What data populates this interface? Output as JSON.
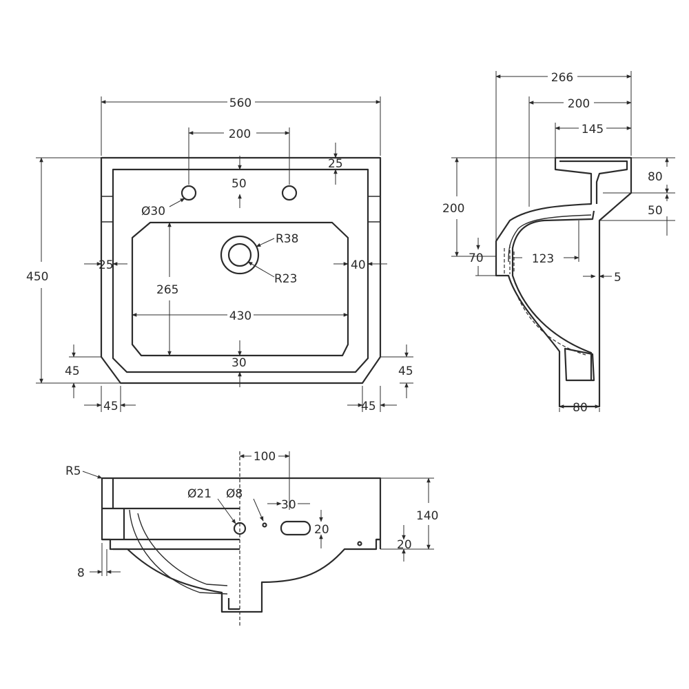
{
  "plan": {
    "width": "560",
    "tap_spacing": "200",
    "top_offset": "25",
    "tap_hole_drop": "50",
    "tap_hole_dia": "Ø30",
    "waste_r38": "R38",
    "waste_r23": "R23",
    "depth": "450",
    "rim_left": "25",
    "rim_right": "40",
    "bowl_depth": "265",
    "bowl_width": "430",
    "front_rim": "30",
    "chamfer_left_v": "45",
    "chamfer_right_v": "45",
    "chamfer_left_h": "45",
    "chamfer_right_h": "45"
  },
  "side": {
    "overall_depth": "266",
    "depth_200": "200",
    "depth_145": "145",
    "height_80": "80",
    "height_200": "200",
    "height_50": "50",
    "height_70": "70",
    "offset_123": "123",
    "offset_5": "5",
    "foot_80": "80"
  },
  "front": {
    "corner_radius": "R5",
    "overflow_offset": "100",
    "waste_dia": "Ø21",
    "overflow_dia": "Ø8",
    "slot_width": "30",
    "slot_height": "20",
    "height_140": "140",
    "notch_20": "20",
    "rim_8": "8"
  }
}
